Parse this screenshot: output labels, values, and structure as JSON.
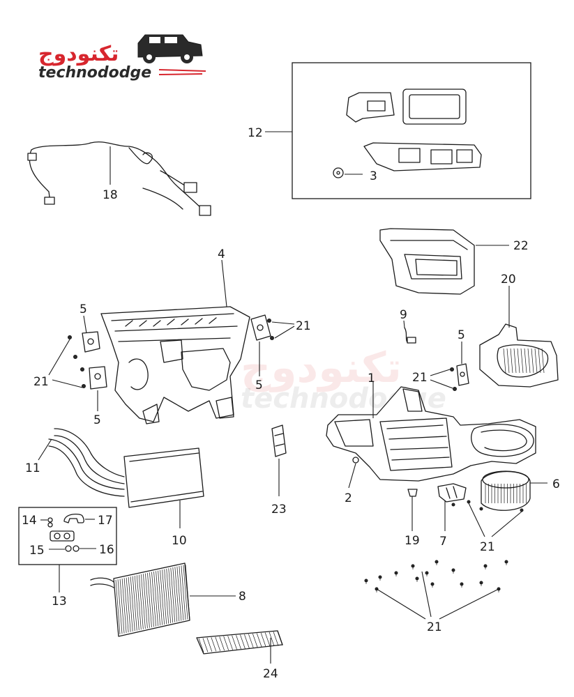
{
  "logo": {
    "arabic": "تكنودوج",
    "english": "technododge",
    "accent_color": "#d7262e"
  },
  "watermark": {
    "arabic": "تكنودوج",
    "english": "technododge"
  },
  "callouts": {
    "c1": "1",
    "c2": "2",
    "c3": "3",
    "c4": "4",
    "c5a": "5",
    "c5b": "5",
    "c5c": "5",
    "c5d": "5",
    "c6": "6",
    "c7": "7",
    "c8": "8",
    "c9": "9",
    "c10": "10",
    "c11": "11",
    "c12": "12",
    "c13": "13",
    "c14": "14",
    "c15": "15",
    "c16": "16",
    "c17": "17",
    "c18": "18",
    "c19": "19",
    "c20": "20",
    "c21a": "21",
    "c21b": "21",
    "c21c": "21",
    "c21d": "21",
    "c21e": "21",
    "c22": "22",
    "c23": "23",
    "c24": "24"
  }
}
